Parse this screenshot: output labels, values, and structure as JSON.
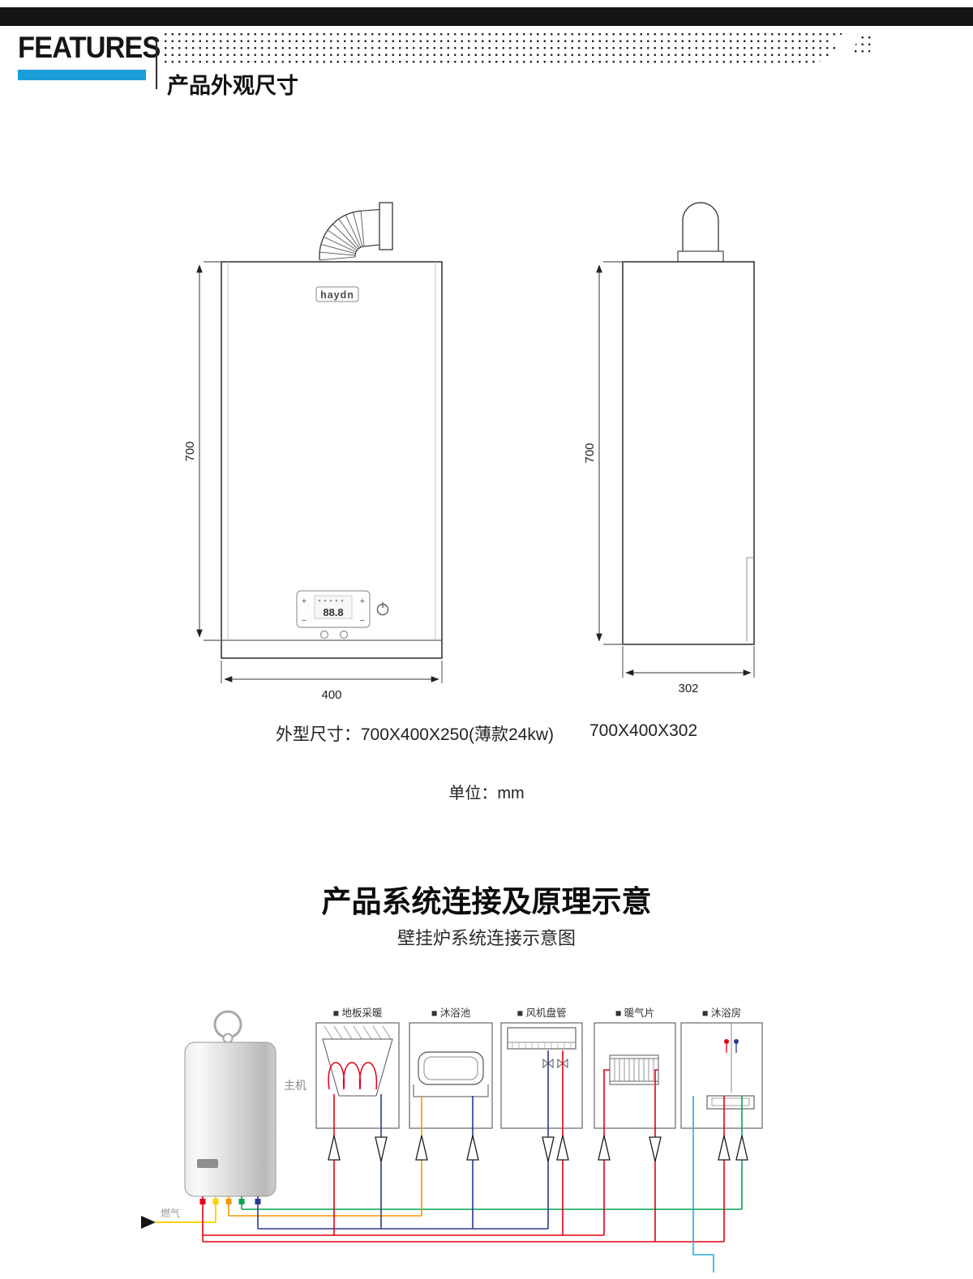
{
  "header": {
    "top_bar_color": "#141414",
    "brand": "FEATURES",
    "accent_color": "#1b9dd9",
    "section_title": "产品外观尺寸"
  },
  "appearance": {
    "front": {
      "logo": "haydn",
      "display": "88.8",
      "panel_plus": "+",
      "panel_minus": "−",
      "height": "700",
      "width": "400"
    },
    "side": {
      "height": "700",
      "depth": "302"
    },
    "size_note_1": "外型尺寸：700X400X250(薄款24kw)",
    "size_note_2": "700X400X302",
    "unit_note": "单位：mm"
  },
  "system": {
    "title": "产品系统连接及原理示意",
    "subtitle": "壁挂炉系统连接示意图",
    "main_unit_label": "主机",
    "gas_label": "燃气",
    "appliances": [
      {
        "label": "■ 地板采暖"
      },
      {
        "label": "■ 沐浴池"
      },
      {
        "label": "■ 风机盘管"
      },
      {
        "label": "■ 暖气片"
      },
      {
        "label": "■ 沐浴房"
      }
    ],
    "pipe_colors": {
      "gas": "#ffd200",
      "heating_supply": "#e60012",
      "heating_return": "#2b3990",
      "hot_water": "#f39800",
      "cold_water_green": "#00a651",
      "cold_water_cyan": "#29abe2"
    }
  }
}
